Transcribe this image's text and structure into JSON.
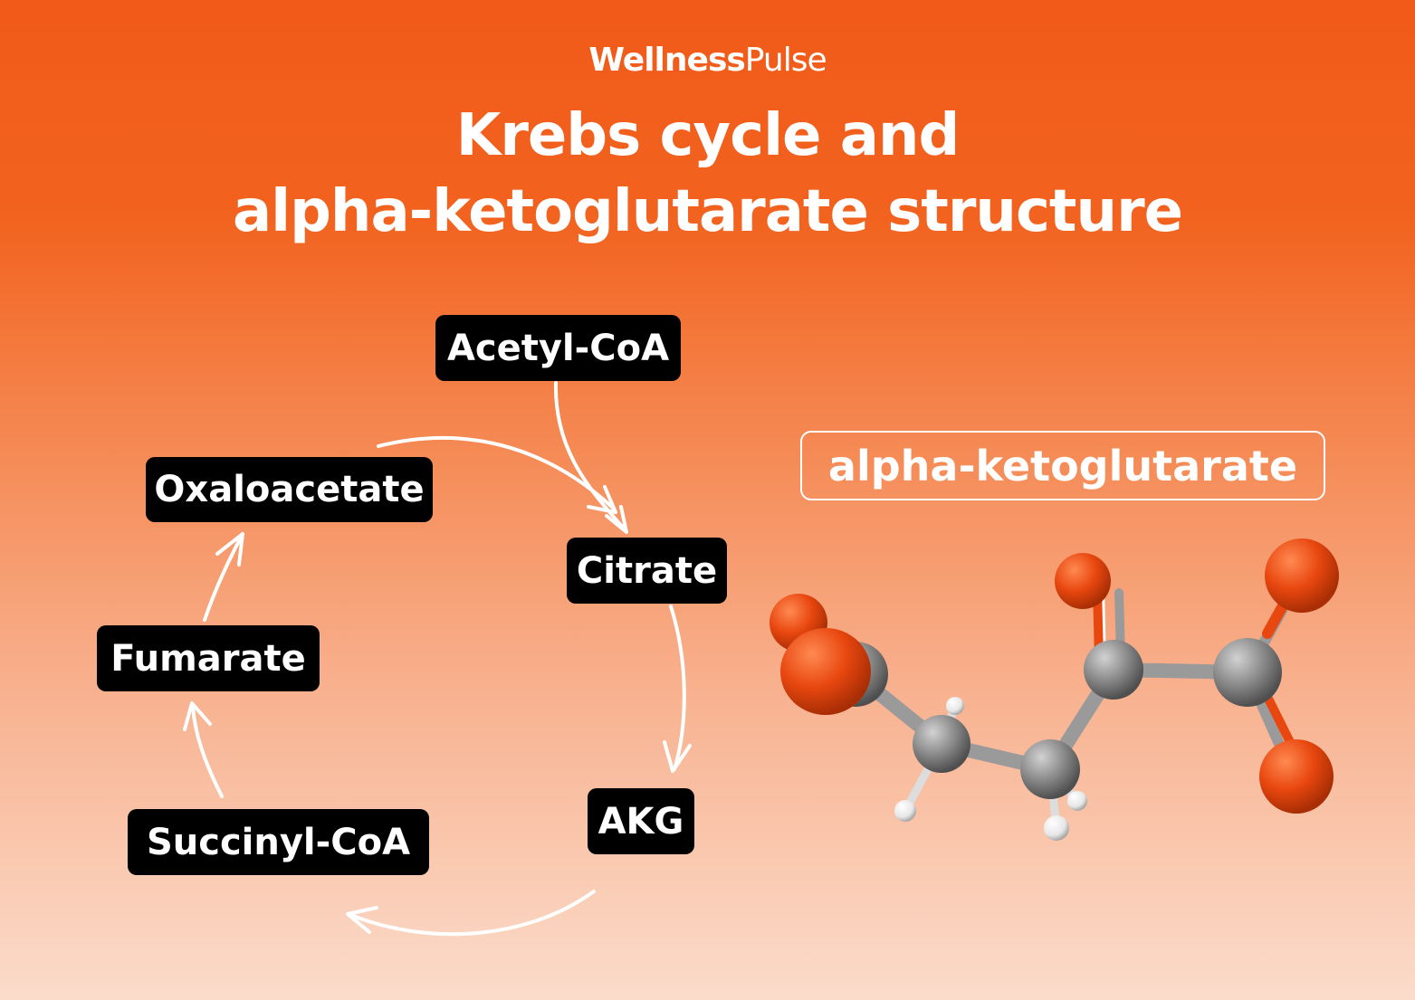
{
  "brand": {
    "part1": "Wellness",
    "part2": "Pulse"
  },
  "title": {
    "line1": "Krebs cycle and",
    "line2": "alpha-ketoglutarate structure"
  },
  "cycle": {
    "acetyl_coa": "Acetyl-CoA",
    "citrate": "Citrate",
    "akg": "AKG",
    "succinyl_coa": "Succinyl-CoA",
    "fumarate": "Fumarate",
    "oxaloacetate": "Oxaloacetate"
  },
  "molecule": {
    "label": "alpha-ketoglutarate"
  },
  "colors": {
    "bg_top": "#f15a19",
    "bg_bottom": "#fbdccb",
    "node_bg": "#000000",
    "text": "#ffffff",
    "carbon": "#8a8a8a",
    "oxygen": "#e8470f",
    "hydrogen": "#ffffff"
  }
}
